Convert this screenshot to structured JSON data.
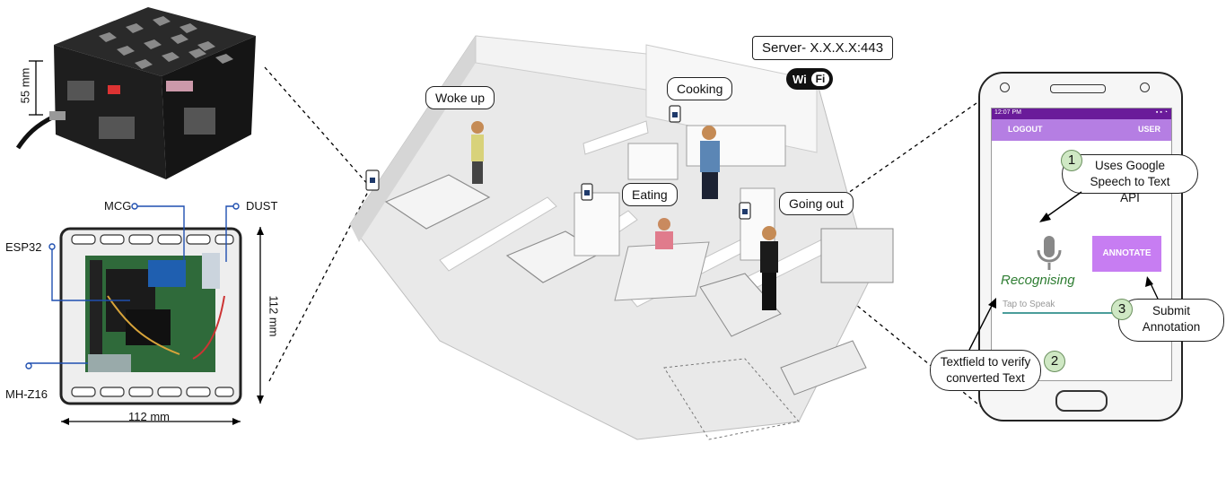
{
  "sensor": {
    "height_label": "55 mm",
    "width_label": "112 mm",
    "depth_label": "112 mm",
    "components": [
      "MCG",
      "DUST",
      "ESP32",
      "MH-Z16"
    ]
  },
  "house": {
    "server_label": "Server- X.X.X.X:443",
    "wifi_label": "Fi",
    "activities": [
      "Woke up",
      "Cooking",
      "Eating",
      "Going out"
    ]
  },
  "phone": {
    "status_time": "12:07 PM",
    "logout_label": "LOGOUT",
    "user_label": "USER",
    "status_text": "Recognising",
    "annotate_label": "ANNOTATE",
    "input_placeholder": "Tap to Speak",
    "colors": {
      "appbar": "#9c58d4",
      "statusbar": "#6a1b9a",
      "button": "#c77df2",
      "status_text": "#2e7d32"
    }
  },
  "callouts": [
    {
      "number": "1",
      "text": "Uses Google Speech to Text API"
    },
    {
      "number": "2",
      "text": "Textfield to verify converted Text"
    },
    {
      "number": "3",
      "text": "Submit Annotation"
    }
  ]
}
